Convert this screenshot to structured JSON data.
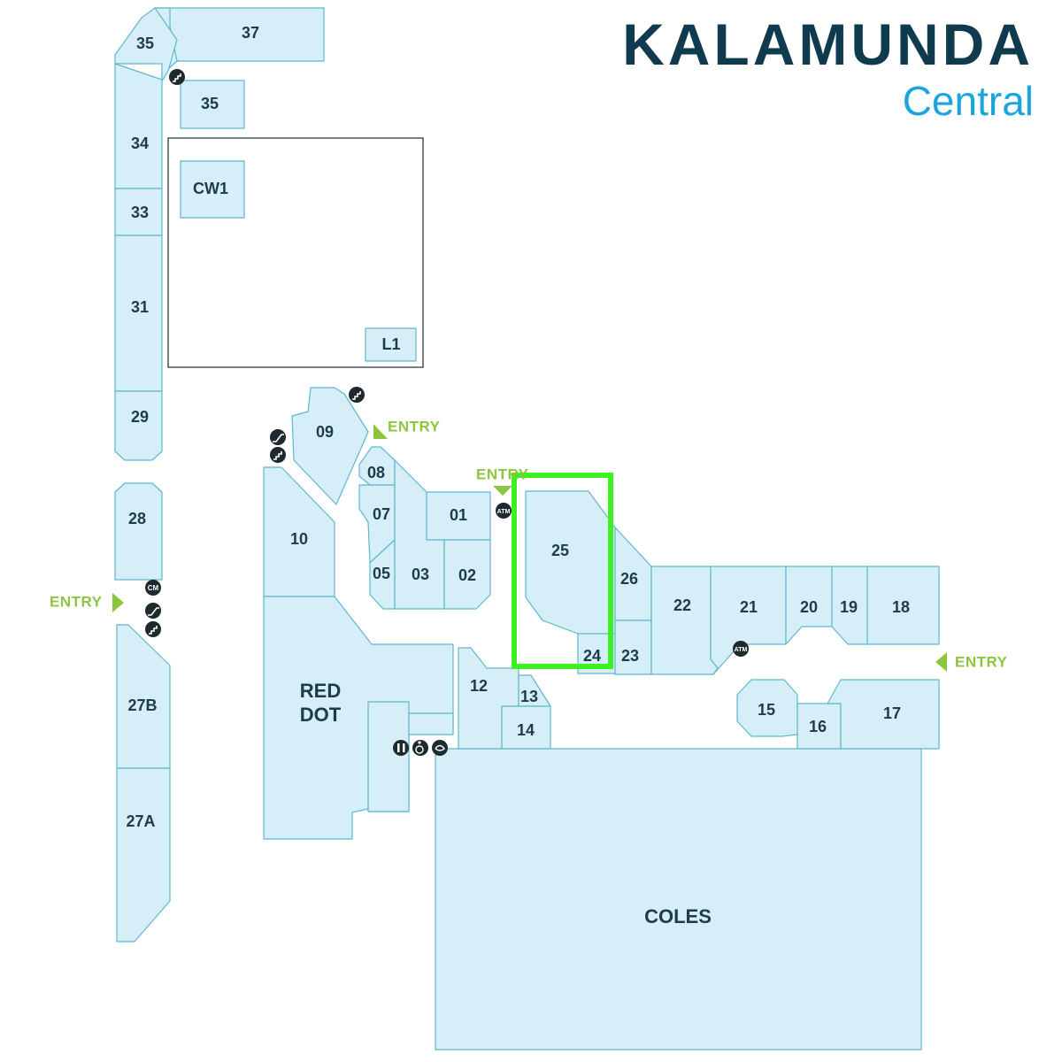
{
  "brand": {
    "title": "KALAMUNDA",
    "subtitle": "Central"
  },
  "colors": {
    "shop_fill": "#d5eef8",
    "shop_stroke": "#5fb8cc",
    "label": "#1d3b48",
    "entry": "#8cc63f",
    "title": "#103b4f",
    "subtitle": "#1aa6dc",
    "highlight": "#3cf021",
    "icon": "#1f2a2e"
  },
  "shops": {
    "s37": "37",
    "s35a": "35",
    "s35b": "35",
    "s34": "34",
    "s33": "33",
    "s31": "31",
    "s29": "29",
    "s28": "28",
    "s27b": "27B",
    "s27a": "27A",
    "cw1": "CW1",
    "l1": "L1",
    "s09": "09",
    "s10": "10",
    "s08": "08",
    "s07": "07",
    "s05": "05",
    "s03": "03",
    "s01": "01",
    "s02": "02",
    "red_dot_1": "RED",
    "red_dot_2": "DOT",
    "s12": "12",
    "s13": "13",
    "s14": "14",
    "s25": "25",
    "s24": "24",
    "s26": "26",
    "s23": "23",
    "s22": "22",
    "s21": "21",
    "s20": "20",
    "s19": "19",
    "s18": "18",
    "s15": "15",
    "s16": "16",
    "s17": "17",
    "coles": "COLES"
  },
  "entries": {
    "e1": "ENTRY",
    "e2": "ENTRY",
    "e3": "ENTRY",
    "e4": "ENTRY"
  },
  "icons": {
    "atm_1": "ATM",
    "atm_2": "ATM",
    "cm": "CM",
    "names": [
      "stairs-icon",
      "escalator-icon",
      "atm-icon",
      "customer-service-icon",
      "toilets-icon",
      "accessible-icon",
      "parents-room-icon"
    ]
  },
  "highlighted_shop": "25"
}
